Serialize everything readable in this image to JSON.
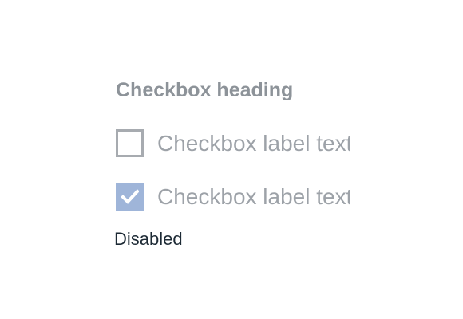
{
  "form": {
    "heading": "Checkbox heading",
    "checkboxes": [
      {
        "label": "Checkbox label text",
        "checked": false,
        "disabled": true
      },
      {
        "label": "Checkbox label text",
        "checked": true,
        "disabled": true
      }
    ],
    "helper_text": "Disabled"
  },
  "colors": {
    "heading_text": "#8d9399",
    "label_text": "#9da2a8",
    "checkbox_border": "#a7abb0",
    "checkbox_checked_fill": "#9fb5d9",
    "helper_text": "#1d2a35"
  },
  "icons": {
    "checkmark": "checkmark-icon"
  }
}
